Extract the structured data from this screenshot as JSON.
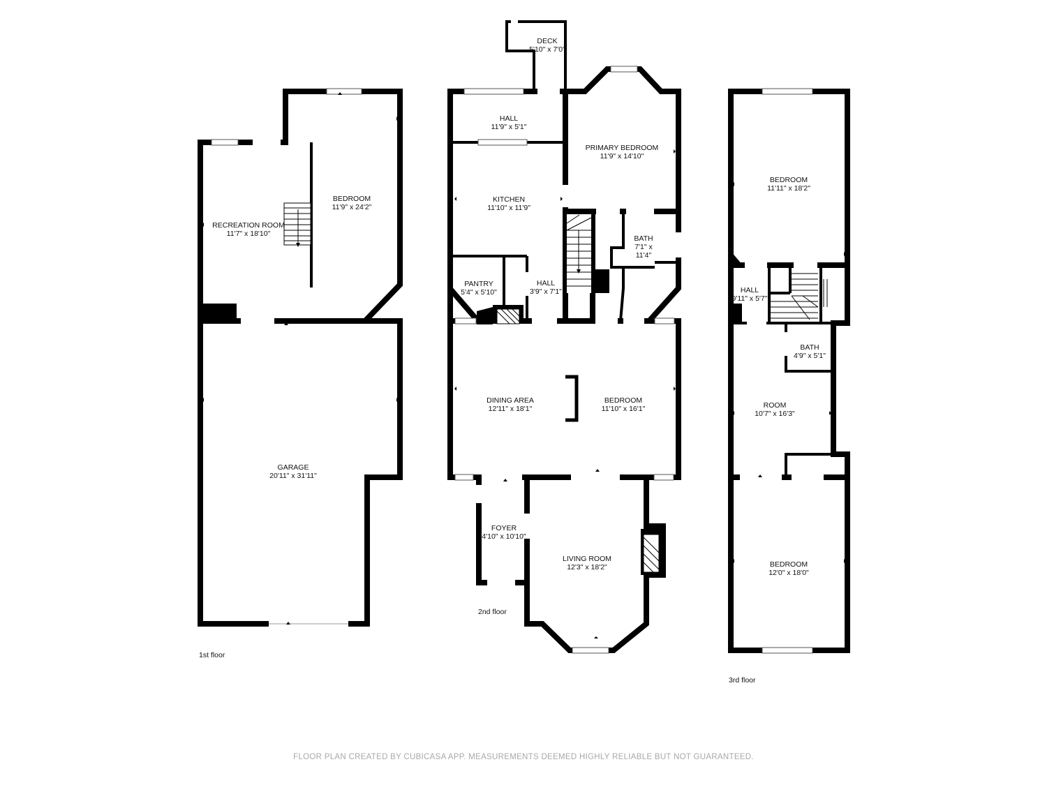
{
  "floors": [
    {
      "label": "1st floor",
      "rooms": [
        {
          "name": "RECREATION ROOM",
          "dims": "11'7\" x 18'10\""
        },
        {
          "name": "BEDROOM",
          "dims": "11'9\" x 24'2\""
        },
        {
          "name": "GARAGE",
          "dims": "20'11\" x 31'11\""
        }
      ]
    },
    {
      "label": "2nd floor",
      "rooms": [
        {
          "name": "DECK",
          "dims": "5'10\" x 7'0\""
        },
        {
          "name": "HALL",
          "dims": "11'9\" x 5'1\""
        },
        {
          "name": "PRIMARY BEDROOM",
          "dims": "11'9\" x 14'10\""
        },
        {
          "name": "KITCHEN",
          "dims": "11'10\" x 11'9\""
        },
        {
          "name": "BATH",
          "dims": "7'1\" x 11'4\""
        },
        {
          "name": "PANTRY",
          "dims": "5'4\" x 5'10\""
        },
        {
          "name": "HALL",
          "dims": "3'9\" x 7'1\""
        },
        {
          "name": "DINING AREA",
          "dims": "12'11\" x 18'1\""
        },
        {
          "name": "BEDROOM",
          "dims": "11'10\" x 16'1\""
        },
        {
          "name": "FOYER",
          "dims": "4'10\" x 10'10\""
        },
        {
          "name": "LIVING ROOM",
          "dims": "12'3\" x 18'2\""
        }
      ]
    },
    {
      "label": "3rd floor",
      "rooms": [
        {
          "name": "BEDROOM",
          "dims": "11'11\" x 18'2\""
        },
        {
          "name": "HALL",
          "dims": "9'11\" x 5'7\""
        },
        {
          "name": "BATH",
          "dims": "4'9\" x 5'1\""
        },
        {
          "name": "ROOM",
          "dims": "10'7\" x 16'3\""
        },
        {
          "name": "BEDROOM",
          "dims": "12'0\" x 18'0\""
        }
      ]
    }
  ],
  "footer": "FLOOR PLAN CREATED BY CUBICASA APP. MEASUREMENTS DEEMED HIGHLY RELIABLE BUT NOT GUARANTEED."
}
